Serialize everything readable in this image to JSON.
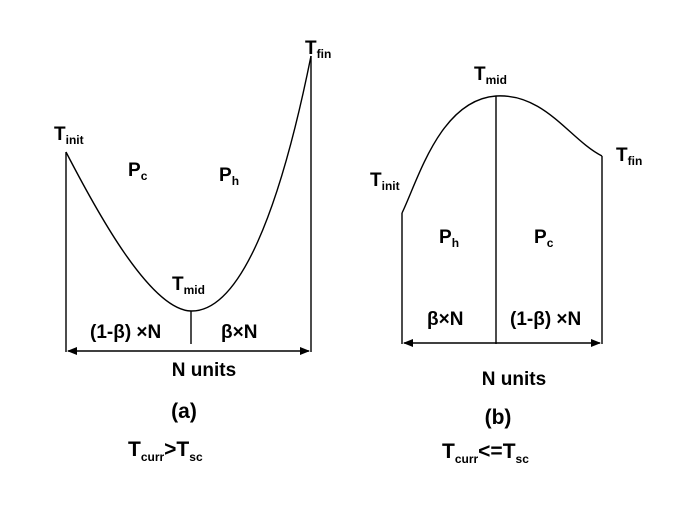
{
  "panel_a": {
    "t_init": {
      "main": "T",
      "sub": "init"
    },
    "t_mid": {
      "main": "T",
      "sub": "mid"
    },
    "t_fin": {
      "main": "T",
      "sub": "fin"
    },
    "p_c": {
      "main": "P",
      "sub": "c"
    },
    "p_h": {
      "main": "P",
      "sub": "h"
    },
    "left_span": "(1-β) ×N",
    "right_span": "β×N",
    "units": "N units",
    "caption": "(a)",
    "condition": {
      "t1": "T",
      "s1": "curr",
      "op": ">T",
      "s2": "sc"
    }
  },
  "panel_b": {
    "t_init": {
      "main": "T",
      "sub": "init"
    },
    "t_mid": {
      "main": "T",
      "sub": "mid"
    },
    "t_fin": {
      "main": "T",
      "sub": "fin"
    },
    "p_h": {
      "main": "P",
      "sub": "h"
    },
    "p_c": {
      "main": "P",
      "sub": "c"
    },
    "left_span": "β×N",
    "right_span": "(1-β) ×N",
    "units": "N units",
    "caption": "(b)",
    "condition": {
      "t1": "T",
      "s1": "curr",
      "op": "<=T",
      "s2": "sc"
    }
  }
}
